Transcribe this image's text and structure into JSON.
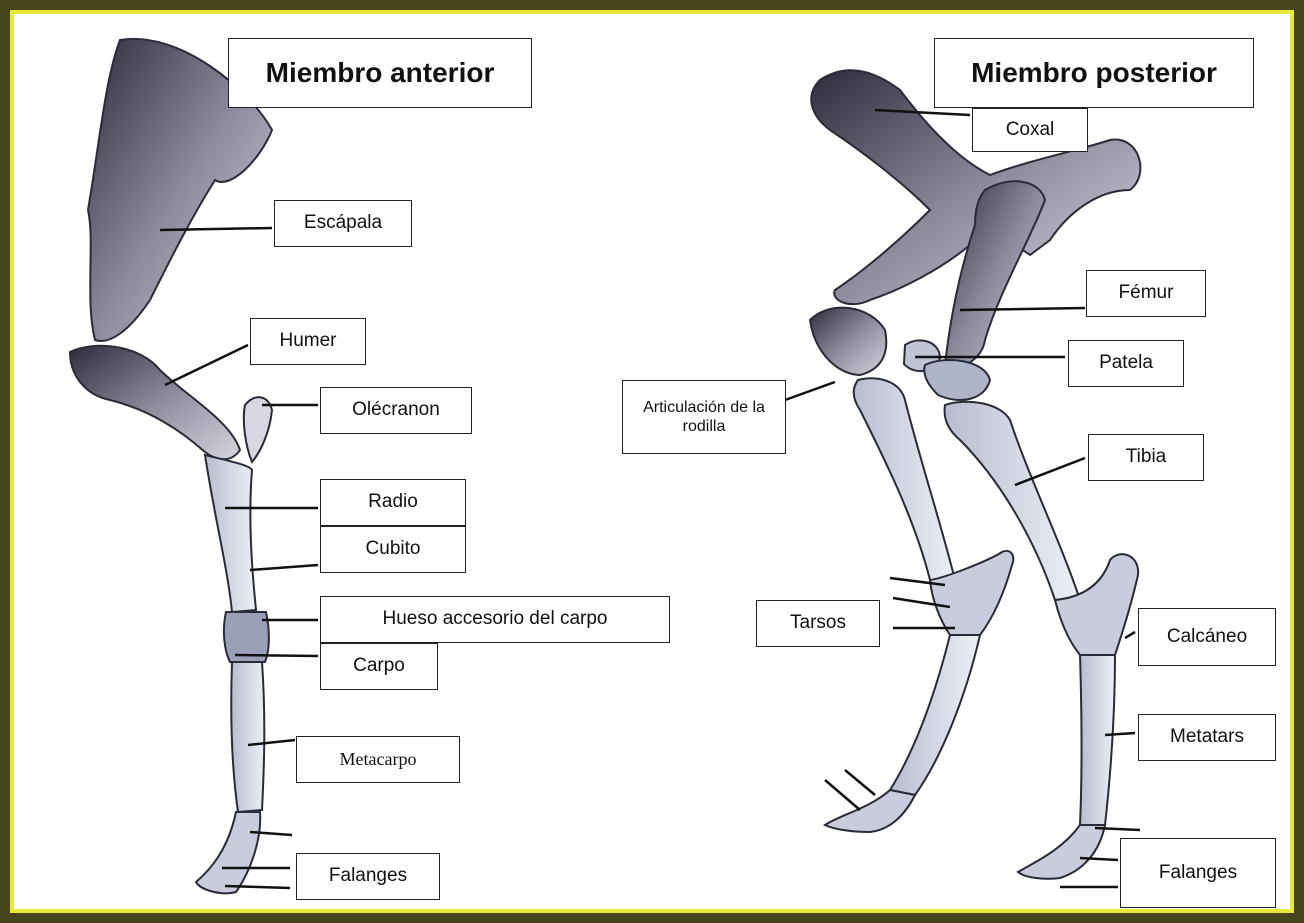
{
  "frame": {
    "outer_color": "#46461a",
    "inner_border_color": "#e7e839"
  },
  "forelimb": {
    "title": "Miembro anterior",
    "labels": {
      "escapula": "Escápala",
      "humer": "Humer",
      "olecranon": "Olécranon",
      "radio": "Radio",
      "cubito": "Cubito",
      "hueso_accesorio": "Hueso accesorio del carpo",
      "carpo": "Carpo",
      "metacarpo": "Metacarpo",
      "falanges": "Falanges"
    }
  },
  "hindlimb": {
    "title": "Miembro posterior",
    "labels": {
      "coxal": "Coxal",
      "femur": "Fémur",
      "patela": "Patela",
      "articulacion": "Articulación de la rodilla",
      "tibia": "Tibia",
      "tarsos": "Tarsos",
      "calcaneo": "Calcáneo",
      "metatars": "Metatars",
      "falanges": "Falanges"
    }
  },
  "bone_color": "#3a3a4a"
}
